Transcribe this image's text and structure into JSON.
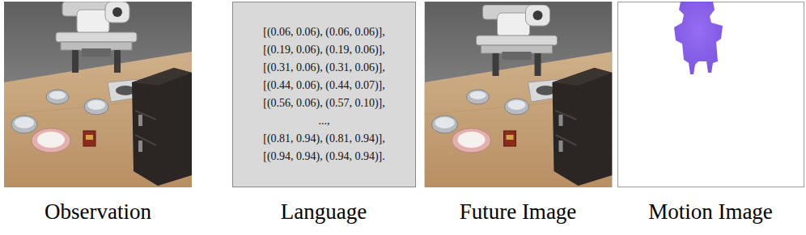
{
  "diagram": {
    "nodes": [
      {
        "text": [
          "[(0.06, 0.06), (0.06, 0.06)],",
          "[(0.19, 0.06), (0.19, 0.06)],",
          "[(0.31, 0.06), (0.31, 0.06)],",
          "[(0.44, 0.06), (0.44, 0.07)],",
          "[(0.56, 0.06), (0.57, 0.10)],",
          "...,",
          "[(0.81, 0.94), (0.81, 0.94)],",
          "[(0.94, 0.94), (0.94, 0.94)]."
        ]
      }
    ],
    "labels": [
      "Observation",
      "Language",
      "Future Image",
      "Motion Image"
    ]
  }
}
